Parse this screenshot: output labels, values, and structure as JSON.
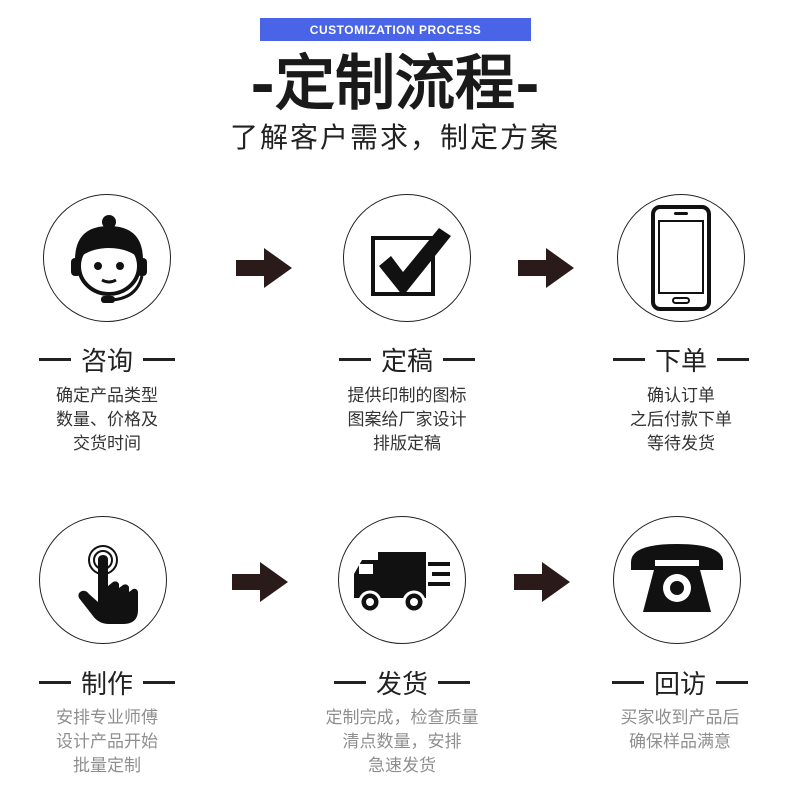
{
  "header": {
    "banner": "CUSTOMIZATION PROCESS",
    "title": "-定制流程-",
    "subtitle": "了解客户需求，制定方案"
  },
  "steps": [
    {
      "label": "咨询",
      "icon": "customer-service-icon",
      "lines": [
        "确定产品类型",
        "数量、价格及",
        "交货时间"
      ]
    },
    {
      "label": "定稿",
      "icon": "checkbox-check-icon",
      "lines": [
        "提供印制的图标",
        "图案给厂家设计",
        "排版定稿"
      ]
    },
    {
      "label": "下单",
      "icon": "smartphone-icon",
      "lines": [
        "确认订单",
        "之后付款下单",
        "等待发货"
      ]
    },
    {
      "label": "制作",
      "icon": "hand-tap-icon",
      "lines": [
        "安排专业师傅",
        "设计产品开始",
        "批量定制"
      ]
    },
    {
      "label": "发货",
      "icon": "delivery-truck-icon",
      "lines": [
        "定制完成，检查质量",
        "清点数量，安排",
        "急速发货"
      ]
    },
    {
      "label": "回访",
      "icon": "telephone-icon",
      "lines": [
        "买家收到产品后",
        "确保样品满意"
      ]
    }
  ],
  "colors": {
    "banner": "#4a64e8",
    "text": "#222222",
    "arrow": "#2a1a1a"
  }
}
